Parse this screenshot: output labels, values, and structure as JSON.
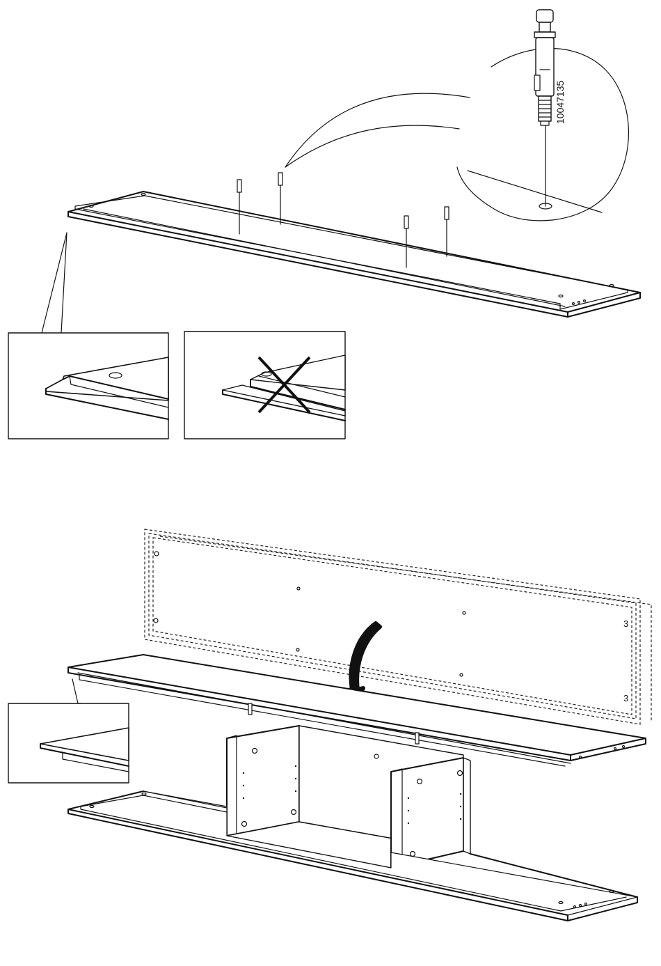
{
  "part_number": "10047135",
  "hole_labels": [
    "3",
    "3"
  ],
  "colors": {
    "line": "#111111",
    "background": "#ffffff"
  },
  "icons": {
    "wrong": "x-cross-icon",
    "rotate": "curved-down-arrow-icon"
  }
}
